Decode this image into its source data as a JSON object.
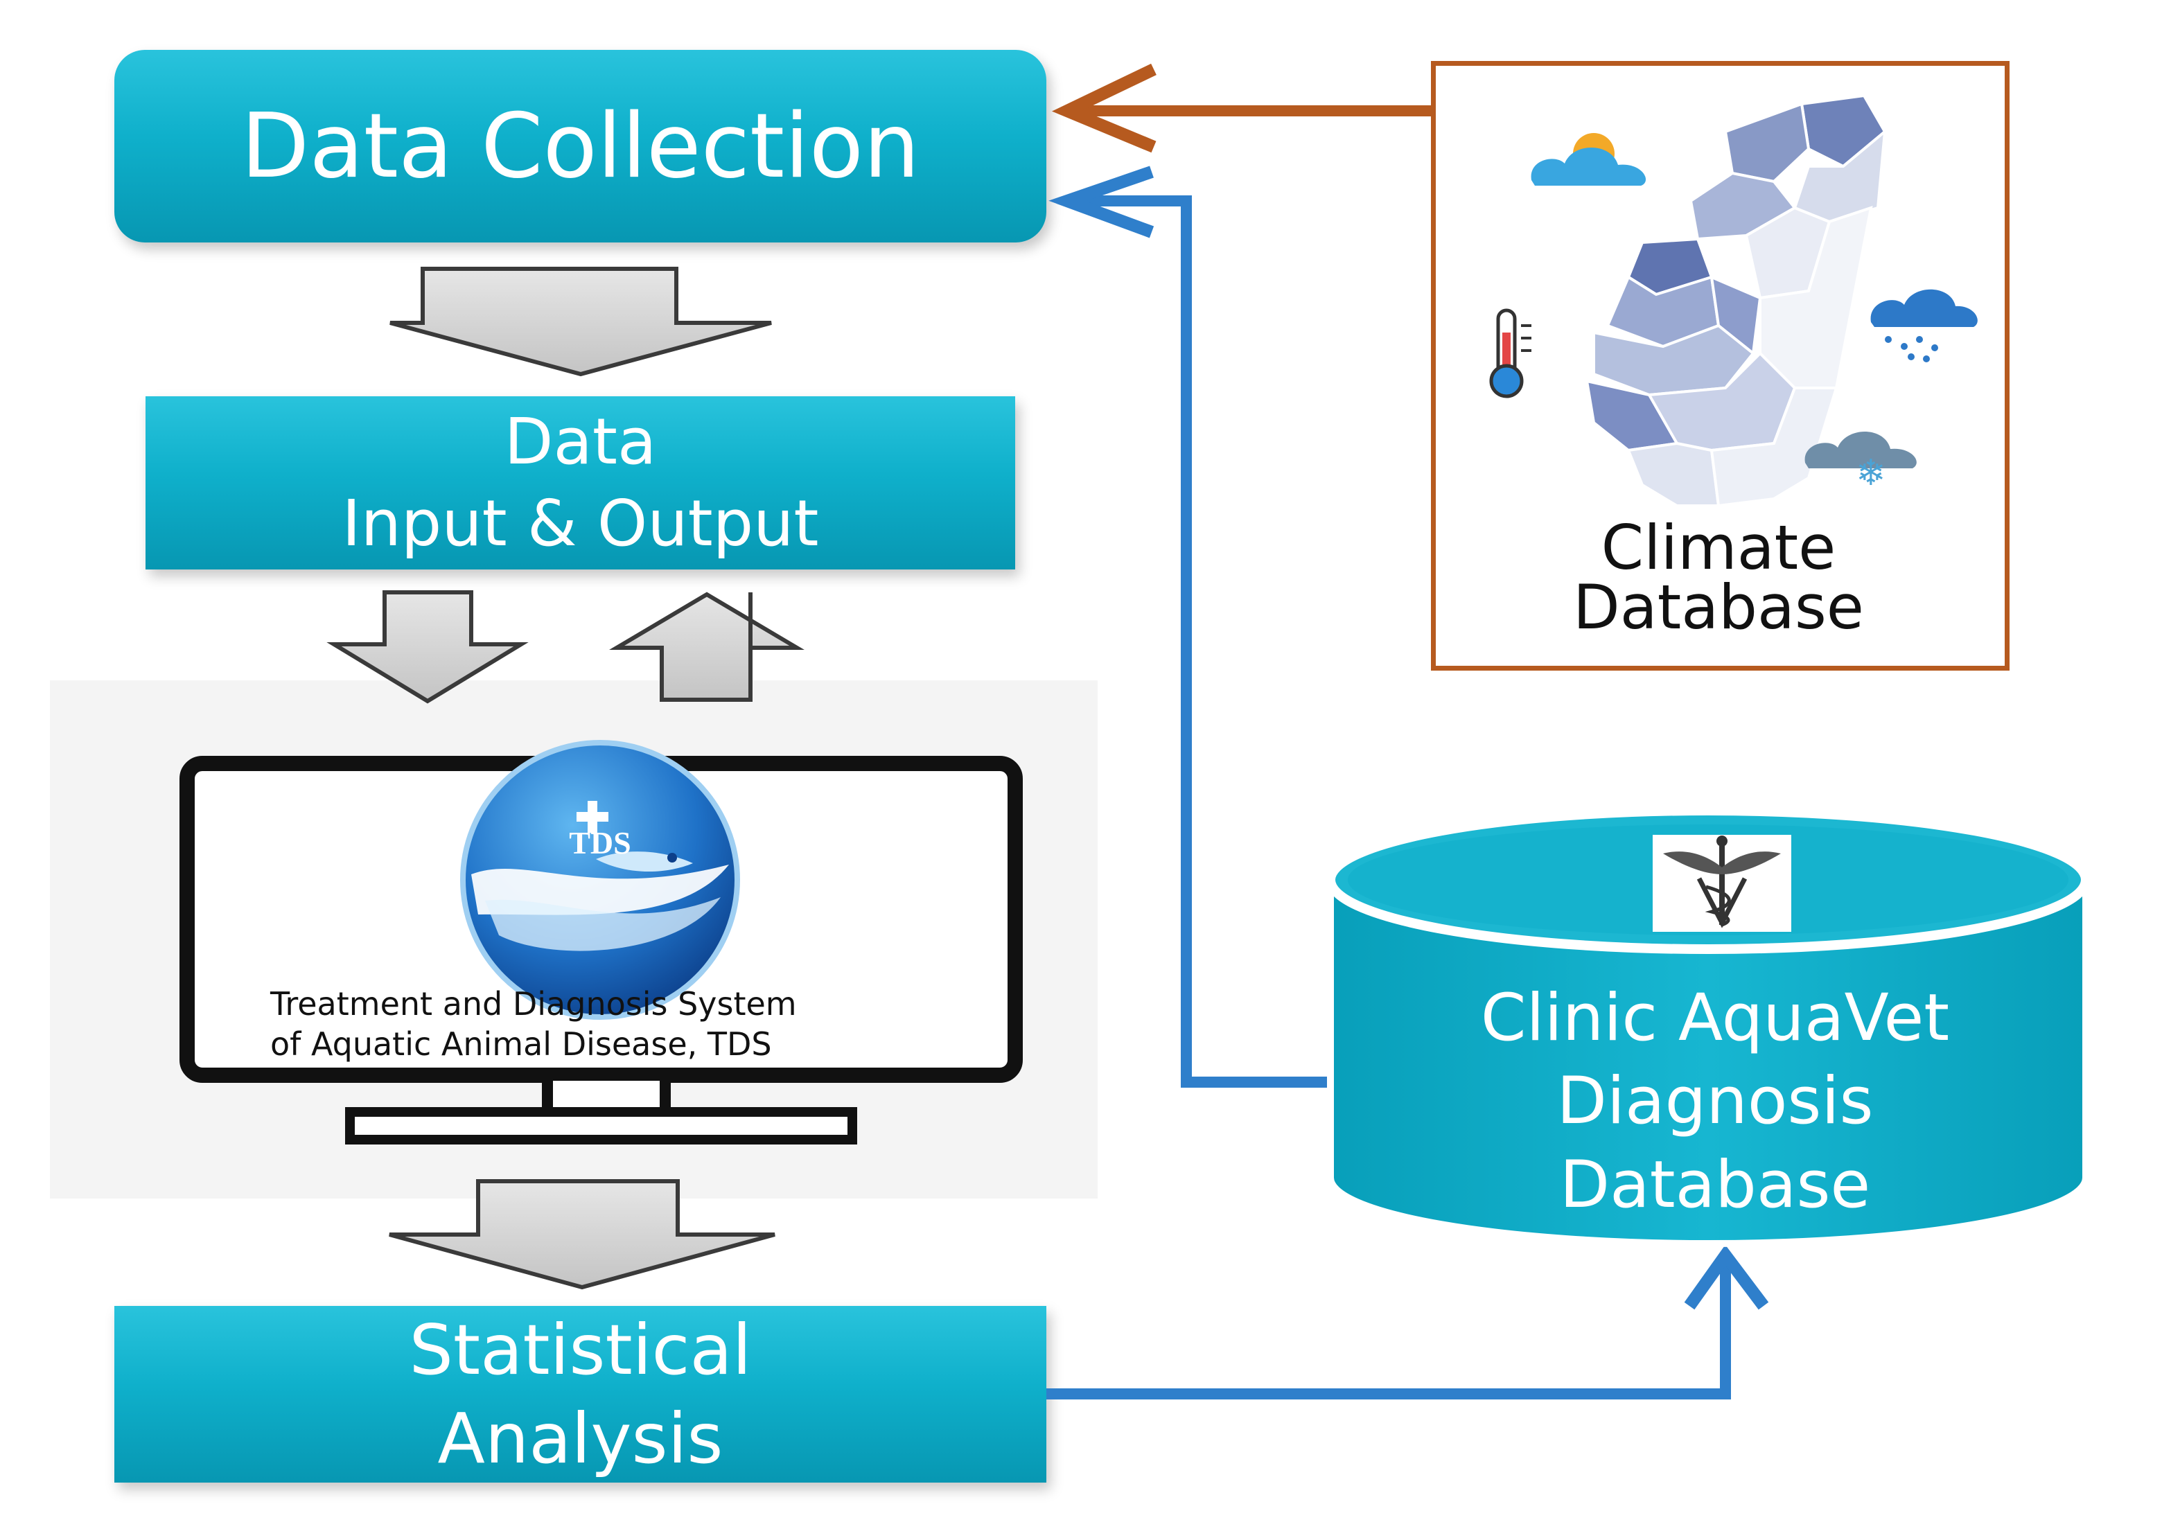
{
  "flow": {
    "data_collection": "Data Collection",
    "input_output": [
      "Data",
      "Input & Output"
    ],
    "statistical_analysis": [
      "Statistical",
      "Analysis"
    ]
  },
  "tds": {
    "logo_text": "TDS",
    "caption": [
      "Treatment and Diagnosis System",
      "of Aquatic Animal Disease, TDS"
    ]
  },
  "climate_db": {
    "label": [
      "Climate",
      "Database"
    ]
  },
  "clinic_db": {
    "label": [
      "Clinic AquaVet",
      "Diagnosis",
      "Database"
    ]
  },
  "colors": {
    "teal": "#0fb0cb",
    "feed_arrow_brown": "#b65a1f",
    "feed_arrow_blue": "#2f7fcb",
    "monitor_frame": "#111111"
  },
  "icons": [
    "sun-cloud-icon",
    "thermometer-icon",
    "rain-cloud-icon",
    "snow-cloud-icon",
    "caduceus-icon",
    "fish-logo-icon",
    "taiwan-map-icon"
  ]
}
